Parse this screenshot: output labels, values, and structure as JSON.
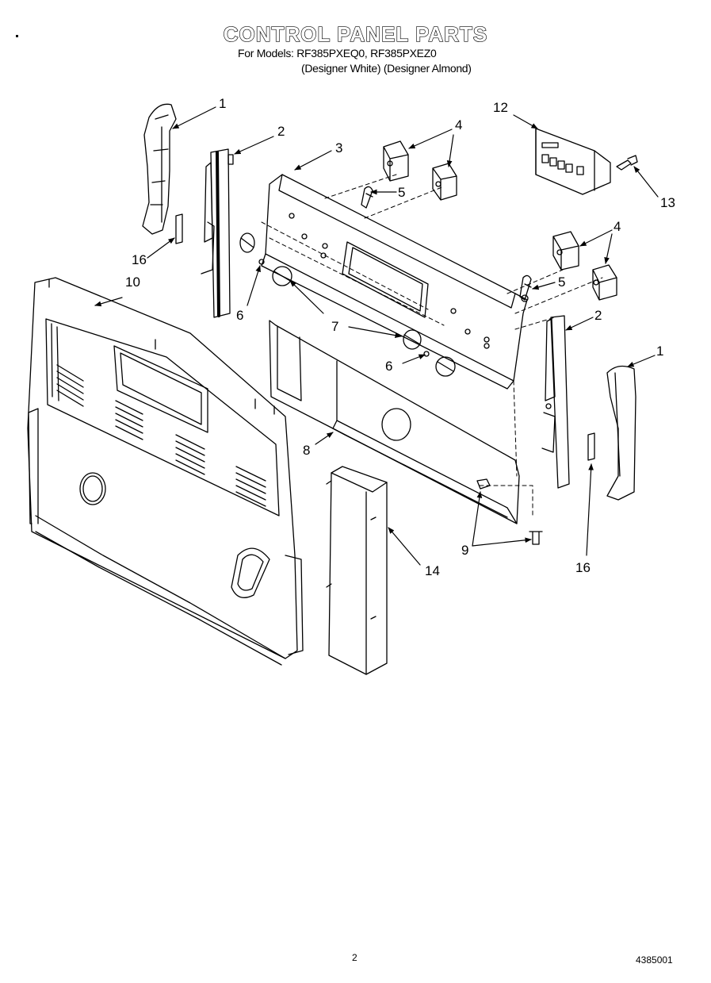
{
  "header": {
    "title": "CONTROL PANEL PARTS",
    "models_line": "For Models: RF385PXEQ0, RF385PXEZ0",
    "variants_line": "(Designer White) (Designer Almond)"
  },
  "callouts": {
    "c1_left": "1",
    "c1_right": "1",
    "c2_left": "2",
    "c2_right": "2",
    "c3": "3",
    "c4_top": "4",
    "c4_right": "4",
    "c5_top": "5",
    "c5_right": "5",
    "c6_left": "6",
    "c6_mid": "6",
    "c7": "7",
    "c8": "8",
    "c9": "9",
    "c10": "10",
    "c12": "12",
    "c13": "13",
    "c14": "14",
    "c16_left": "16",
    "c16_right": "16"
  },
  "footer": {
    "page_number": "2",
    "doc_number": "4385001"
  }
}
